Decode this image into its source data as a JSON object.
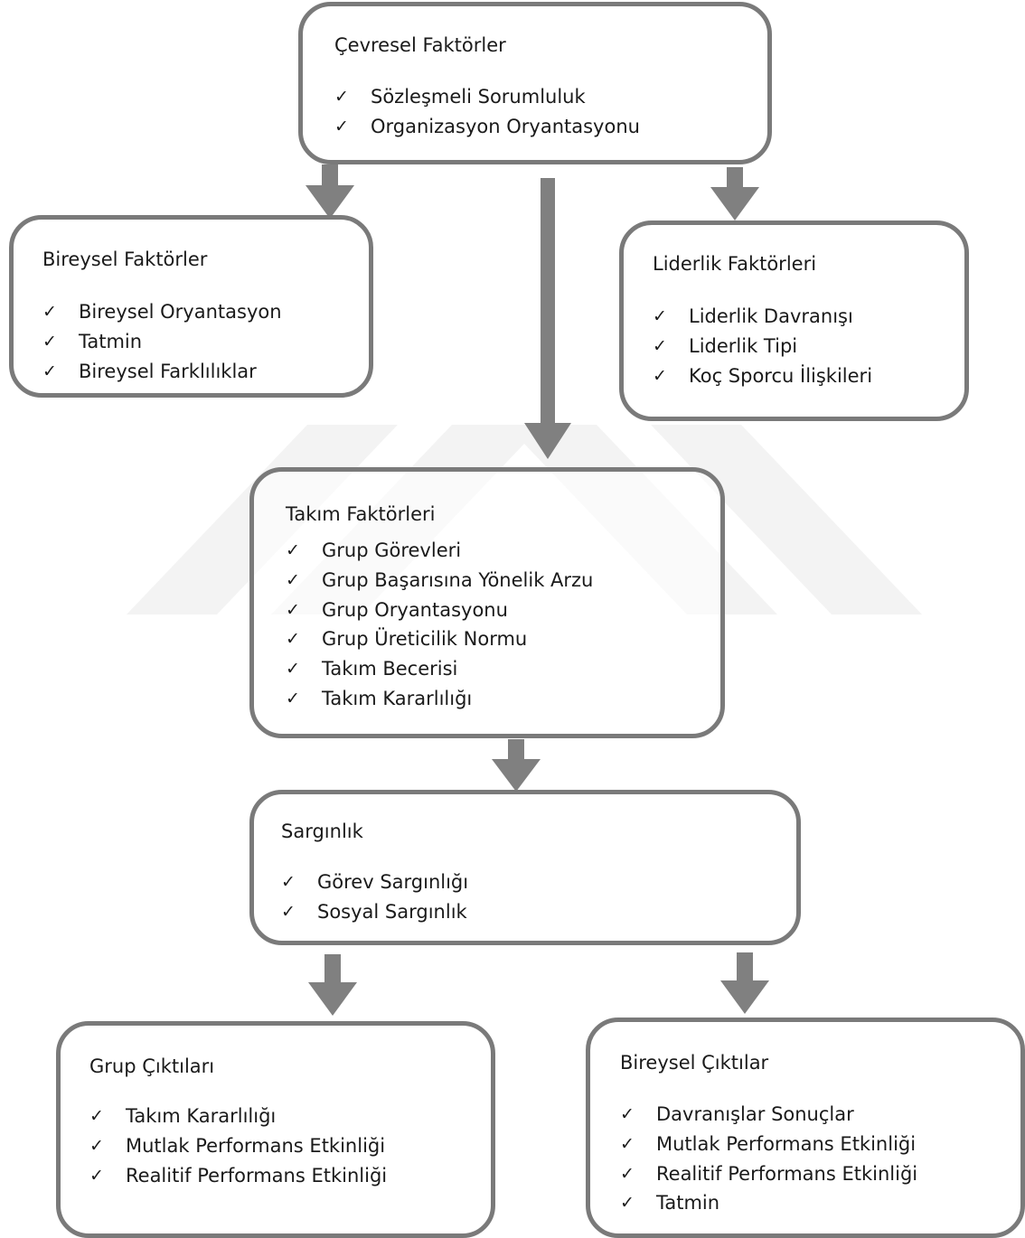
{
  "boxes": {
    "cevresel": {
      "title": "Çevresel Faktörler",
      "items": [
        "Sözleşmeli Sorumluluk",
        "Organizasyon Oryantasyonu"
      ]
    },
    "bireysel": {
      "title": "Bireysel Faktörler",
      "items": [
        "Bireysel Oryantasyon",
        "Tatmin",
        "Bireysel Farklılıklar"
      ]
    },
    "liderlik": {
      "title": "Liderlik Faktörleri",
      "items": [
        "Liderlik Davranışı",
        "Liderlik Tipi",
        "Koç Sporcu İlişkileri"
      ]
    },
    "takim": {
      "title": "Takım Faktörleri",
      "items": [
        "Grup Görevleri",
        "Grup Başarısına Yönelik Arzu",
        "Grup Oryantasyonu",
        "Grup Üreticilik Normu",
        "Takım Becerisi",
        "Takım Kararlılığı"
      ]
    },
    "sargin": {
      "title": "Sargınlık",
      "items": [
        "Görev Sargınlığı",
        "Sosyal Sargınlık"
      ]
    },
    "grup_cikti": {
      "title": "Grup Çıktıları",
      "items": [
        "Takım Kararlılığı",
        "Mutlak Performans Etkinliği",
        "Realitif Performans Etkinliği"
      ]
    },
    "bireysel_cikti": {
      "title": "Bireysel Çıktılar",
      "items": [
        "Davranışlar Sonuçlar",
        "Mutlak Performans Etkinliği",
        "Realitif Performans Etkinliği",
        "Tatmin"
      ]
    }
  },
  "check_mark": "✓",
  "colors": {
    "border": "#7a7a7a",
    "arrow": "#808080",
    "watermark": "#f2f2f2"
  }
}
